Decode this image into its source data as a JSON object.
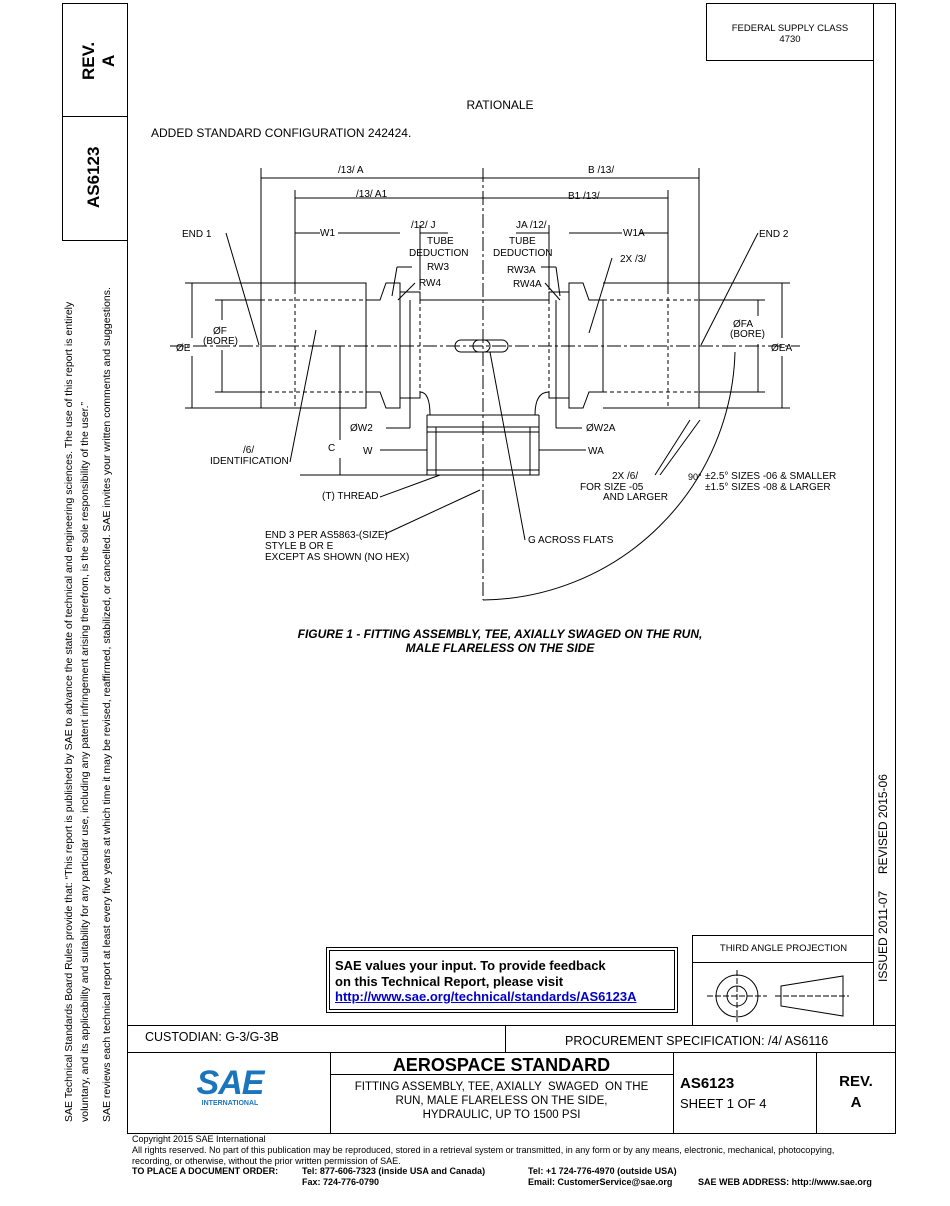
{
  "header": {
    "rev_label": "REV.",
    "rev_value": "A",
    "doc_number": "AS6123",
    "fsc_label": "FEDERAL SUPPLY CLASS",
    "fsc_value": "4730"
  },
  "side_text": {
    "line1": "SAE Technical Standards Board Rules provide that: “This report is published by SAE to advance the state of technical and engineering sciences. The use of this report is entirely",
    "line2": "voluntary, and its applicability and suitability for any particular use, including any patent infringement arising therefrom, is the sole responsibility of the user.”",
    "line3": "SAE reviews each technical report at least every five years at which time it may be revised, reaffirmed, stabilized, or cancelled. SAE invites your written comments and suggestions.",
    "issued": "ISSUED 2011-07     REVISED 2015-06"
  },
  "rationale": {
    "title": "RATIONALE",
    "text": "ADDED STANDARD CONFIGURATION 242424."
  },
  "drawing": {
    "labels": {
      "a": "/13/  A",
      "b": "B  /13/",
      "a1": "/13/  A1",
      "b1": "B1  /13/",
      "end1": "END 1",
      "end2": "END 2",
      "w1": "W1",
      "w1a": "W1A",
      "j": "/12/  J",
      "ja": "JA  /12/",
      "tube_ded_1a": "TUBE",
      "tube_ded_1b": "DEDUCTION",
      "tube_ded_2a": "TUBE",
      "tube_ded_2b": "DEDUCTION",
      "rw3": "RW3",
      "rw4": "RW4",
      "rw3a": "RW3A",
      "rw4a": "RW4A",
      "x2_3": "2X /3/",
      "phi_f": "ØF",
      "bore1": "(BORE)",
      "phi_e": "ØE",
      "phi_fa": "ØFA",
      "bore2": "(BORE)",
      "phi_ea": "ØEA",
      "phi_w2": "ØW2",
      "phi_w2a": "ØW2A",
      "w": "W",
      "wa": "WA",
      "c": "C",
      "ident1": "/6/",
      "ident2": "IDENTIFICATION",
      "thread": "(T) THREAD",
      "x2_6": "2X /6/",
      "for_size": "FOR SIZE -05",
      "and_larger": "AND LARGER",
      "deg90": "90°",
      "tol1": "±2.5° SIZES -06 & SMALLER",
      "tol2": "±1.5° SIZES -08 & LARGER",
      "end3_1": "END 3 PER AS5863-(SIZE)",
      "end3_2": "STYLE B OR E",
      "end3_3": "EXCEPT AS SHOWN (NO HEX)",
      "g_flats": "G  ACROSS FLATS"
    },
    "caption1": "FIGURE 1 - FITTING ASSEMBLY, TEE, AXIALLY SWAGED ON THE RUN,",
    "caption2": "MALE FLARELESS ON THE SIDE"
  },
  "feedback": {
    "line1": "SAE values your input. To provide feedback",
    "line2": "on this Technical Report, please visit",
    "link": "http://www.sae.org/technical/standards/AS6123A"
  },
  "projection": {
    "label": "THIRD ANGLE PROJECTION"
  },
  "title_block": {
    "custodian": "CUSTODIAN: G-3/G-3B",
    "procurement": "PROCUREMENT SPECIFICATION: /4/ AS6116",
    "logo_text": "SAE",
    "logo_sub": "INTERNATIONAL",
    "standard_type": "AEROSPACE STANDARD",
    "title1": "FITTING ASSEMBLY, TEE, AXIALLY  SWAGED  ON THE",
    "title2": "RUN, MALE FLARELESS ON THE SIDE,",
    "title3": "HYDRAULIC, UP TO 1500 PSI",
    "doc_number": "AS6123",
    "sheet": "SHEET 1 OF 4",
    "rev_label": "REV.",
    "rev_value": "A"
  },
  "footer": {
    "copyright": "Copyright 2015 SAE International",
    "rights1": "All rights reserved. No part of this publication may be reproduced, stored in a retrieval system or transmitted, in any form or by any means, electronic, mechanical, photocopying,",
    "rights2": "recording, or otherwise, without the prior written permission of SAE.",
    "order_label": "TO PLACE A DOCUMENT ORDER:",
    "tel_us": "Tel: 877-606-7323 (inside USA and Canada)",
    "fax": "Fax: 724-776-0790",
    "tel_out": "Tel: +1 724-776-4970 (outside USA)",
    "email": "Email: CustomerService@sae.org",
    "web": "SAE WEB ADDRESS: http://www.sae.org"
  }
}
